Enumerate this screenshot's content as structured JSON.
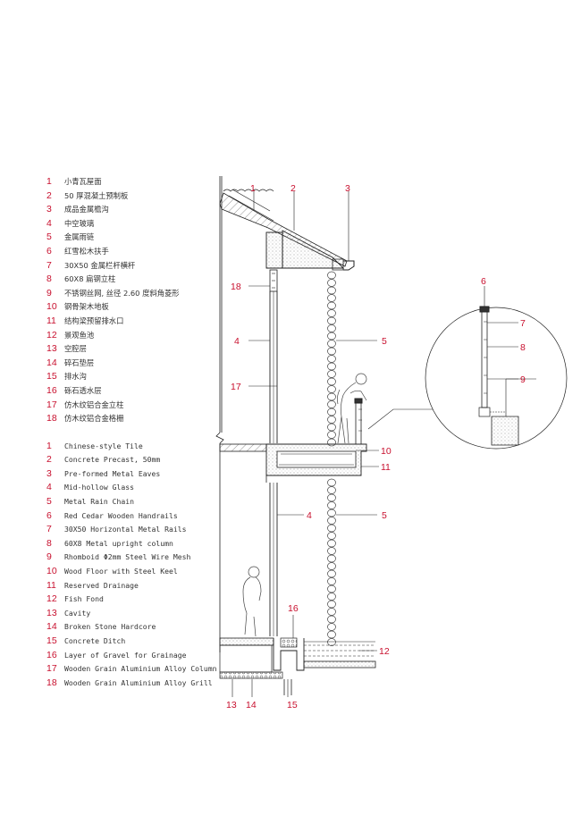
{
  "accent_color": "#c8102e",
  "legend_cn": [
    {
      "num": "1",
      "text": "小青瓦屋面"
    },
    {
      "num": "2",
      "text": "50 厚混凝土预制板"
    },
    {
      "num": "3",
      "text": "成品金属檐沟"
    },
    {
      "num": "4",
      "text": "中空玻璃"
    },
    {
      "num": "5",
      "text": "金属雨链"
    },
    {
      "num": "6",
      "text": "红雪松木扶手"
    },
    {
      "num": "7",
      "text": "30X50 金属栏杆横杆"
    },
    {
      "num": "8",
      "text": "60X8 扁钢立柱"
    },
    {
      "num": "9",
      "text": "不锈钢丝网, 丝径 2.60 度斜角菱形"
    },
    {
      "num": "10",
      "text": "钢骨架木地板"
    },
    {
      "num": "11",
      "text": "结构梁预留排水口"
    },
    {
      "num": "12",
      "text": "景观鱼池"
    },
    {
      "num": "13",
      "text": "空腔层"
    },
    {
      "num": "14",
      "text": "碎石垫层"
    },
    {
      "num": "15",
      "text": "排水沟"
    },
    {
      "num": "16",
      "text": "砾石透水层"
    },
    {
      "num": "17",
      "text": "仿木纹铝合金立柱"
    },
    {
      "num": "18",
      "text": "仿木纹铝合金格栅"
    }
  ],
  "legend_en": [
    {
      "num": "1",
      "text": "Chinese-style Tile"
    },
    {
      "num": "2",
      "text": "Concrete Precast, 50mm"
    },
    {
      "num": "3",
      "text": "Pre-formed Metal Eaves"
    },
    {
      "num": "4",
      "text": "Mid-hollow Glass"
    },
    {
      "num": "5",
      "text": "Metal Rain Chain"
    },
    {
      "num": "6",
      "text": "Red Cedar Wooden Handrails"
    },
    {
      "num": "7",
      "text": "30X50 Horizontal Metal Rails"
    },
    {
      "num": "8",
      "text": "60X8 Metal upright column"
    },
    {
      "num": "9",
      "text": "Rhomboid Φ2mm Steel Wire Mesh"
    },
    {
      "num": "10",
      "text": "Wood Floor with Steel Keel"
    },
    {
      "num": "11",
      "text": "Reserved Drainage"
    },
    {
      "num": "12",
      "text": "Fish Fond"
    },
    {
      "num": "13",
      "text": "Cavity"
    },
    {
      "num": "14",
      "text": "Broken Stone Hardcore"
    },
    {
      "num": "15",
      "text": "Concrete Ditch"
    },
    {
      "num": "16",
      "text": "Layer of Gravel for Grainage"
    },
    {
      "num": "17",
      "text": "Wooden Grain Aluminium Alloy Column"
    },
    {
      "num": "18",
      "text": "Wooden Grain Aluminium Alloy Grill"
    }
  ],
  "callouts": {
    "c1": "1",
    "c2": "2",
    "c3": "3",
    "c18": "18",
    "c4a": "4",
    "c5a": "5",
    "c17": "17",
    "c10": "10",
    "c11": "11",
    "c4b": "4",
    "c5b": "5",
    "c16": "16",
    "c12": "12",
    "c13": "13",
    "c14": "14",
    "c15": "15",
    "d6": "6",
    "d7": "7",
    "d8": "8",
    "d9": "9"
  }
}
